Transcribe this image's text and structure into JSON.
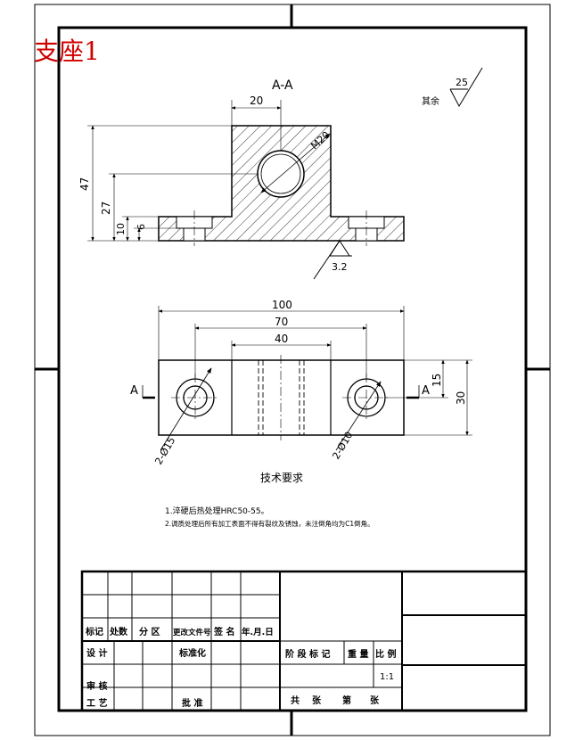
{
  "page_title": "支座1",
  "section_label": "A-A",
  "roughness_other": "其余",
  "roughness_other_value": "25",
  "roughness_bottom_value": "3.2",
  "front_view": {
    "dims": {
      "d20": "20",
      "d47": "47",
      "d27": "27",
      "d10": "10",
      "d6": "6",
      "thread": "M20"
    }
  },
  "top_view": {
    "dims": {
      "d100": "100",
      "d70": "70",
      "d40": "40",
      "d15": "15",
      "d30": "30",
      "hole_small": "2-Ø15",
      "hole_large": "2-Ø10"
    },
    "section_mark_left": "A",
    "section_mark_right": "A"
  },
  "tech": {
    "heading": "技术要求",
    "line1": "1.淬硬后热处理HRC50-55。",
    "line2": "2.调质处理后所有加工表面不得有裂纹及锈蚀，未注倒角均为C1倒角。"
  },
  "title_block": {
    "h_mark": "标记",
    "h_count": "处数",
    "h_zone": "分 区",
    "h_docno": "更改文件号",
    "h_sign": "签 名",
    "h_date": "年.月.日",
    "design": "设 计",
    "standard": "标准化",
    "review": "审 核",
    "process": "工 艺",
    "approve": "批 准",
    "stage": "阶 段 标 记",
    "weight": "重 量",
    "scale": "比 例",
    "scale_value": "1:1",
    "total": "共",
    "sheets": "张",
    "page": "第",
    "sheet2": "张"
  }
}
